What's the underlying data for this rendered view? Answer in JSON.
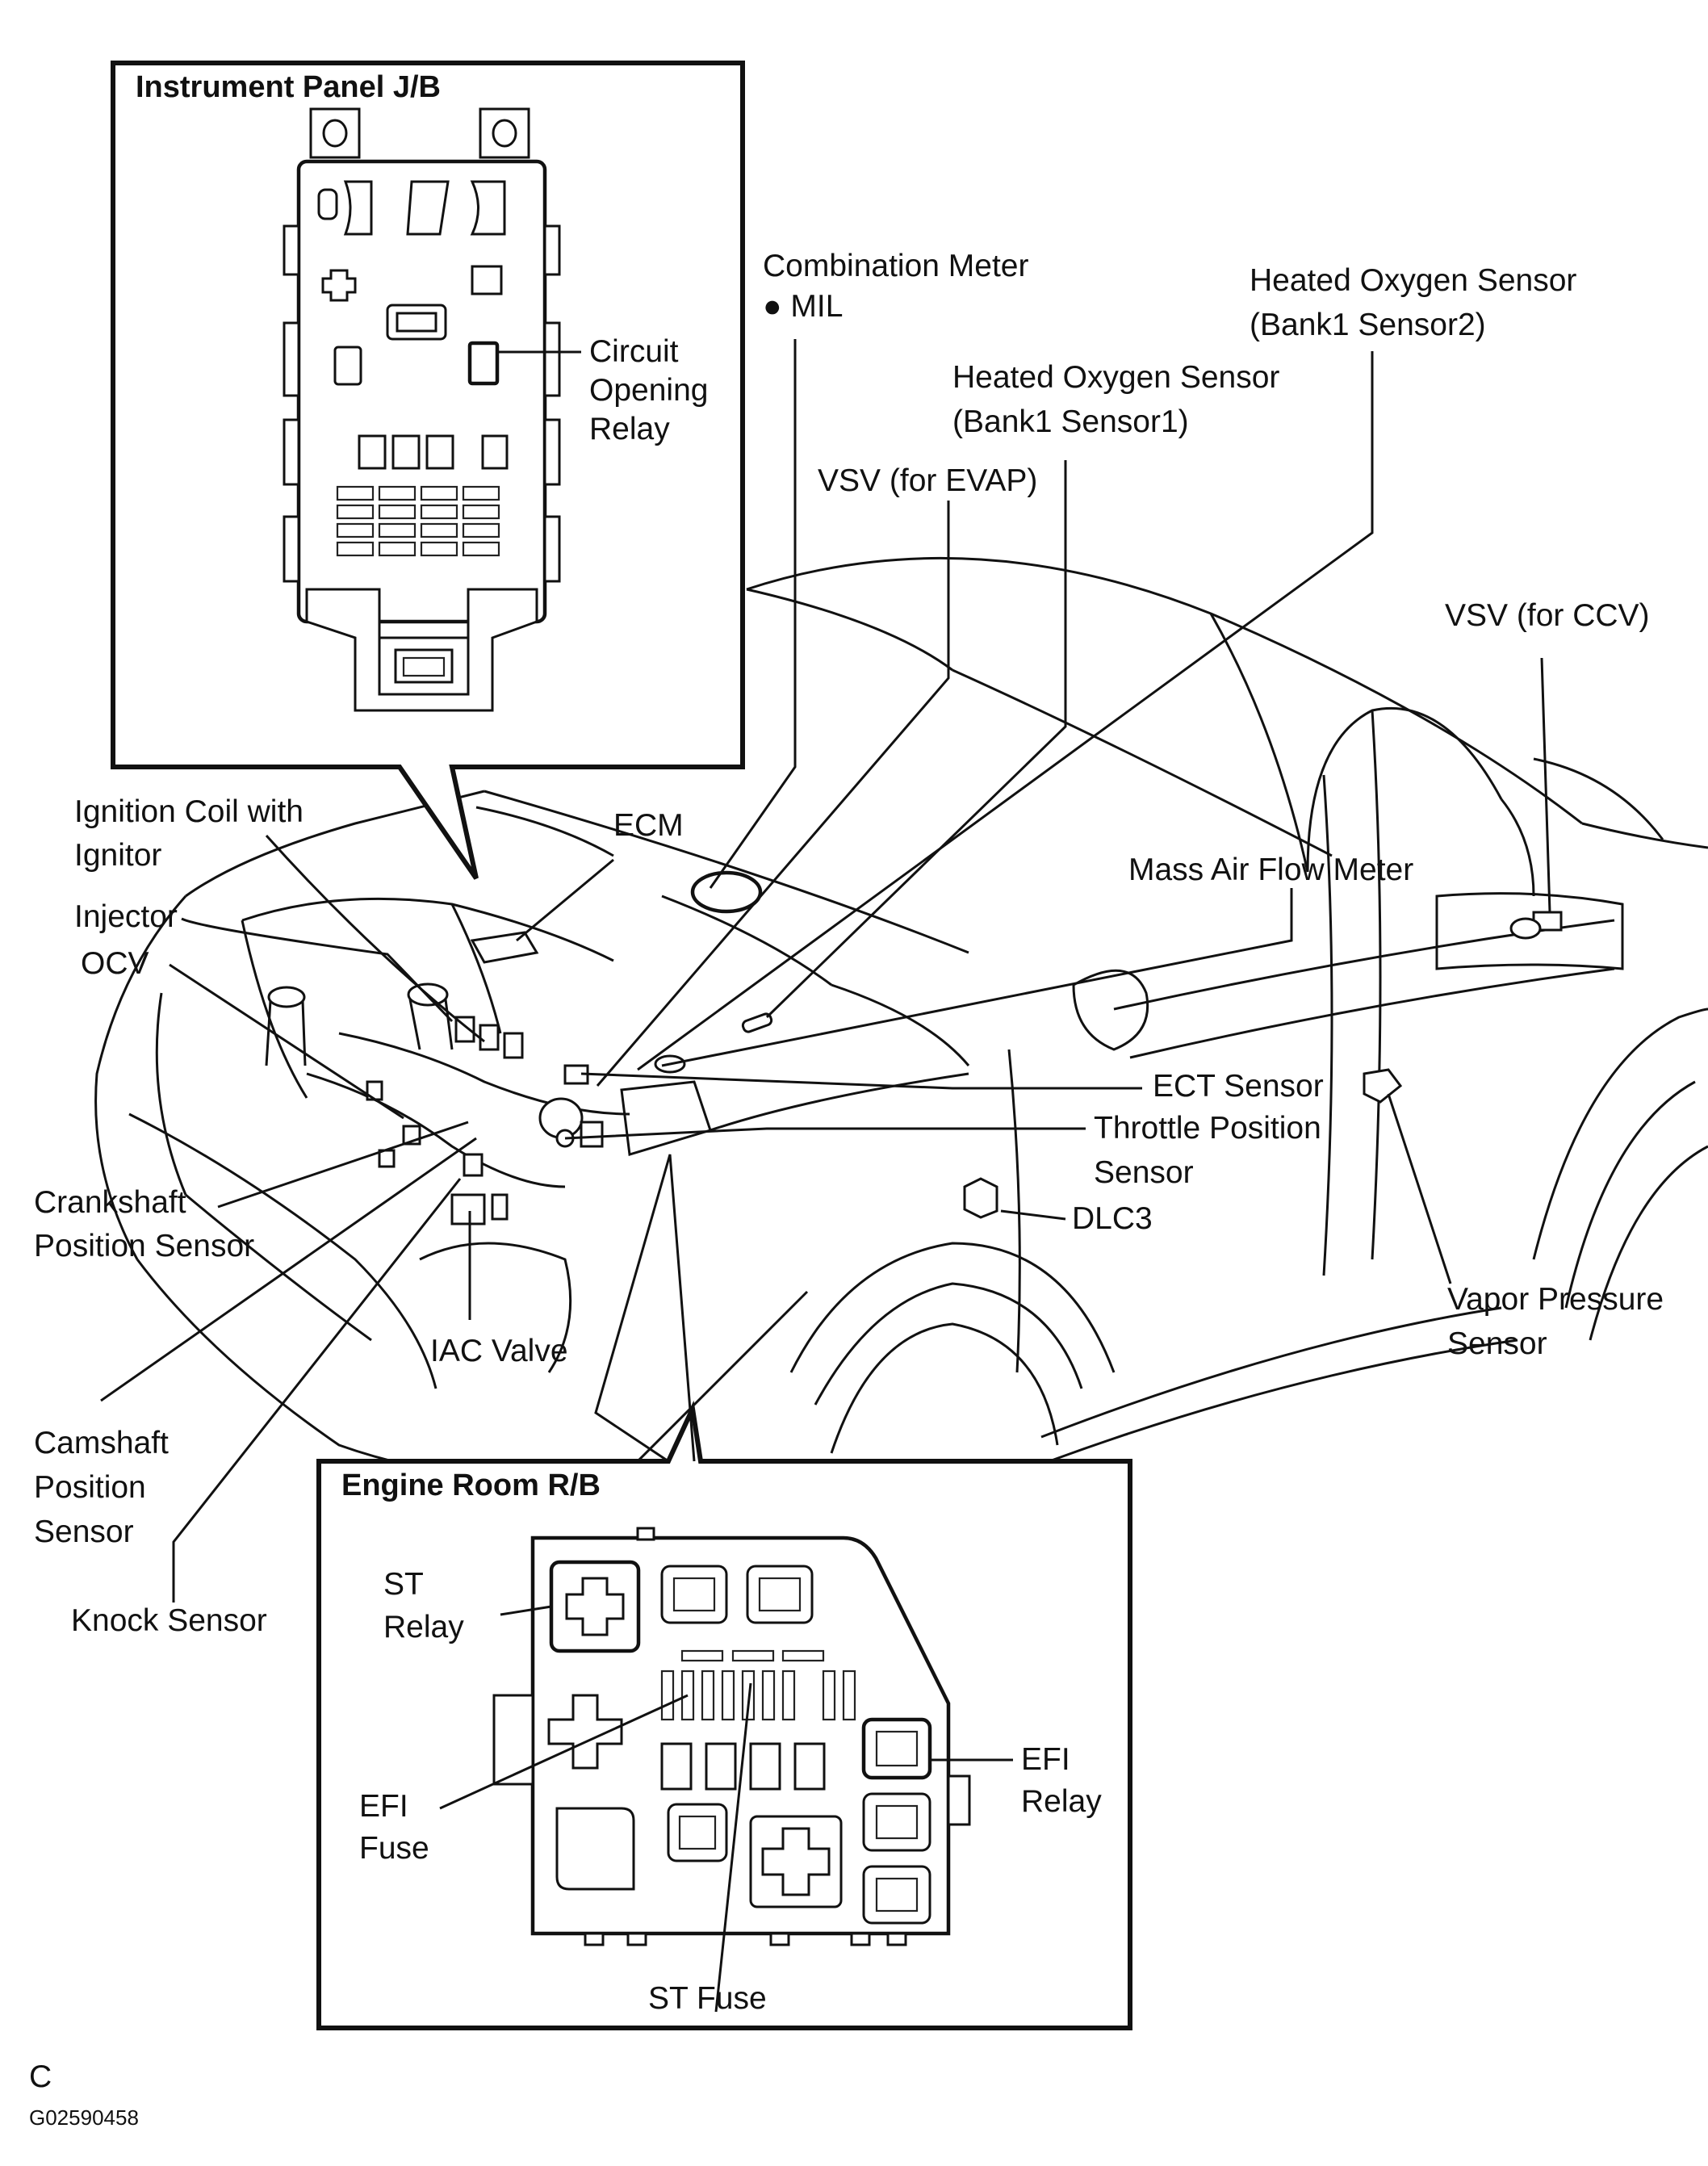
{
  "insets": {
    "instrument_panel": {
      "title": "Instrument Panel J/B"
    },
    "engine_room": {
      "title": "Engine Room R/B"
    }
  },
  "labels": {
    "combination_meter": "Combination Meter",
    "mil": "● MIL",
    "circuit_opening_relay": [
      "Circuit",
      "Opening",
      "Relay"
    ],
    "heated_o2_bank1_sensor2": [
      "Heated Oxygen Sensor",
      "(Bank1 Sensor2)"
    ],
    "heated_o2_bank1_sensor1": [
      "Heated Oxygen Sensor",
      "(Bank1 Sensor1)"
    ],
    "vsv_evap": "VSV (for EVAP)",
    "vsv_ccv": "VSV (for CCV)",
    "ignition_coil": [
      "Ignition Coil with",
      "Ignitor"
    ],
    "ecm": "ECM",
    "injector": "Injector",
    "ocv": "OCV",
    "mass_air_flow_meter": "Mass Air Flow Meter",
    "ect_sensor": "ECT Sensor",
    "throttle_position_sensor": [
      "Throttle Position",
      "Sensor"
    ],
    "dlc3": "DLC3",
    "crankshaft_position_sensor": [
      "Crankshaft",
      "Position Sensor"
    ],
    "iac_valve": "IAC Valve",
    "vapor_pressure_sensor": [
      "Vapor Pressure",
      "Sensor"
    ],
    "camshaft_position_sensor": [
      "Camshaft",
      "Position",
      "Sensor"
    ],
    "knock_sensor": "Knock Sensor",
    "st_relay": [
      "ST",
      "Relay"
    ],
    "efi_relay": [
      "EFI",
      "Relay"
    ],
    "efi_fuse": [
      "EFI",
      "Fuse"
    ],
    "st_fuse": "ST Fuse"
  },
  "footer": {
    "letter": "C",
    "figure_code": "G02590458"
  }
}
